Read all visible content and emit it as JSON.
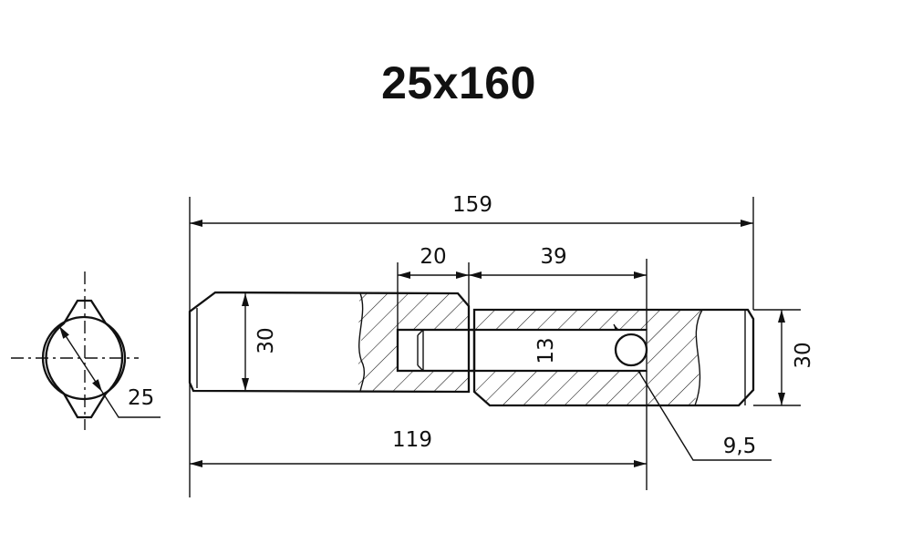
{
  "title": "25x160",
  "dimensions": {
    "overall_length": "159",
    "slot_offset": "20",
    "slot_length": "39",
    "left_diameter": "30",
    "right_diameter": "30",
    "slot_width": "13",
    "hole_diameter": "9,5",
    "pin_length": "119",
    "section_diameter": "25"
  },
  "colors": {
    "ink": "#111111",
    "background": "#ffffff"
  }
}
